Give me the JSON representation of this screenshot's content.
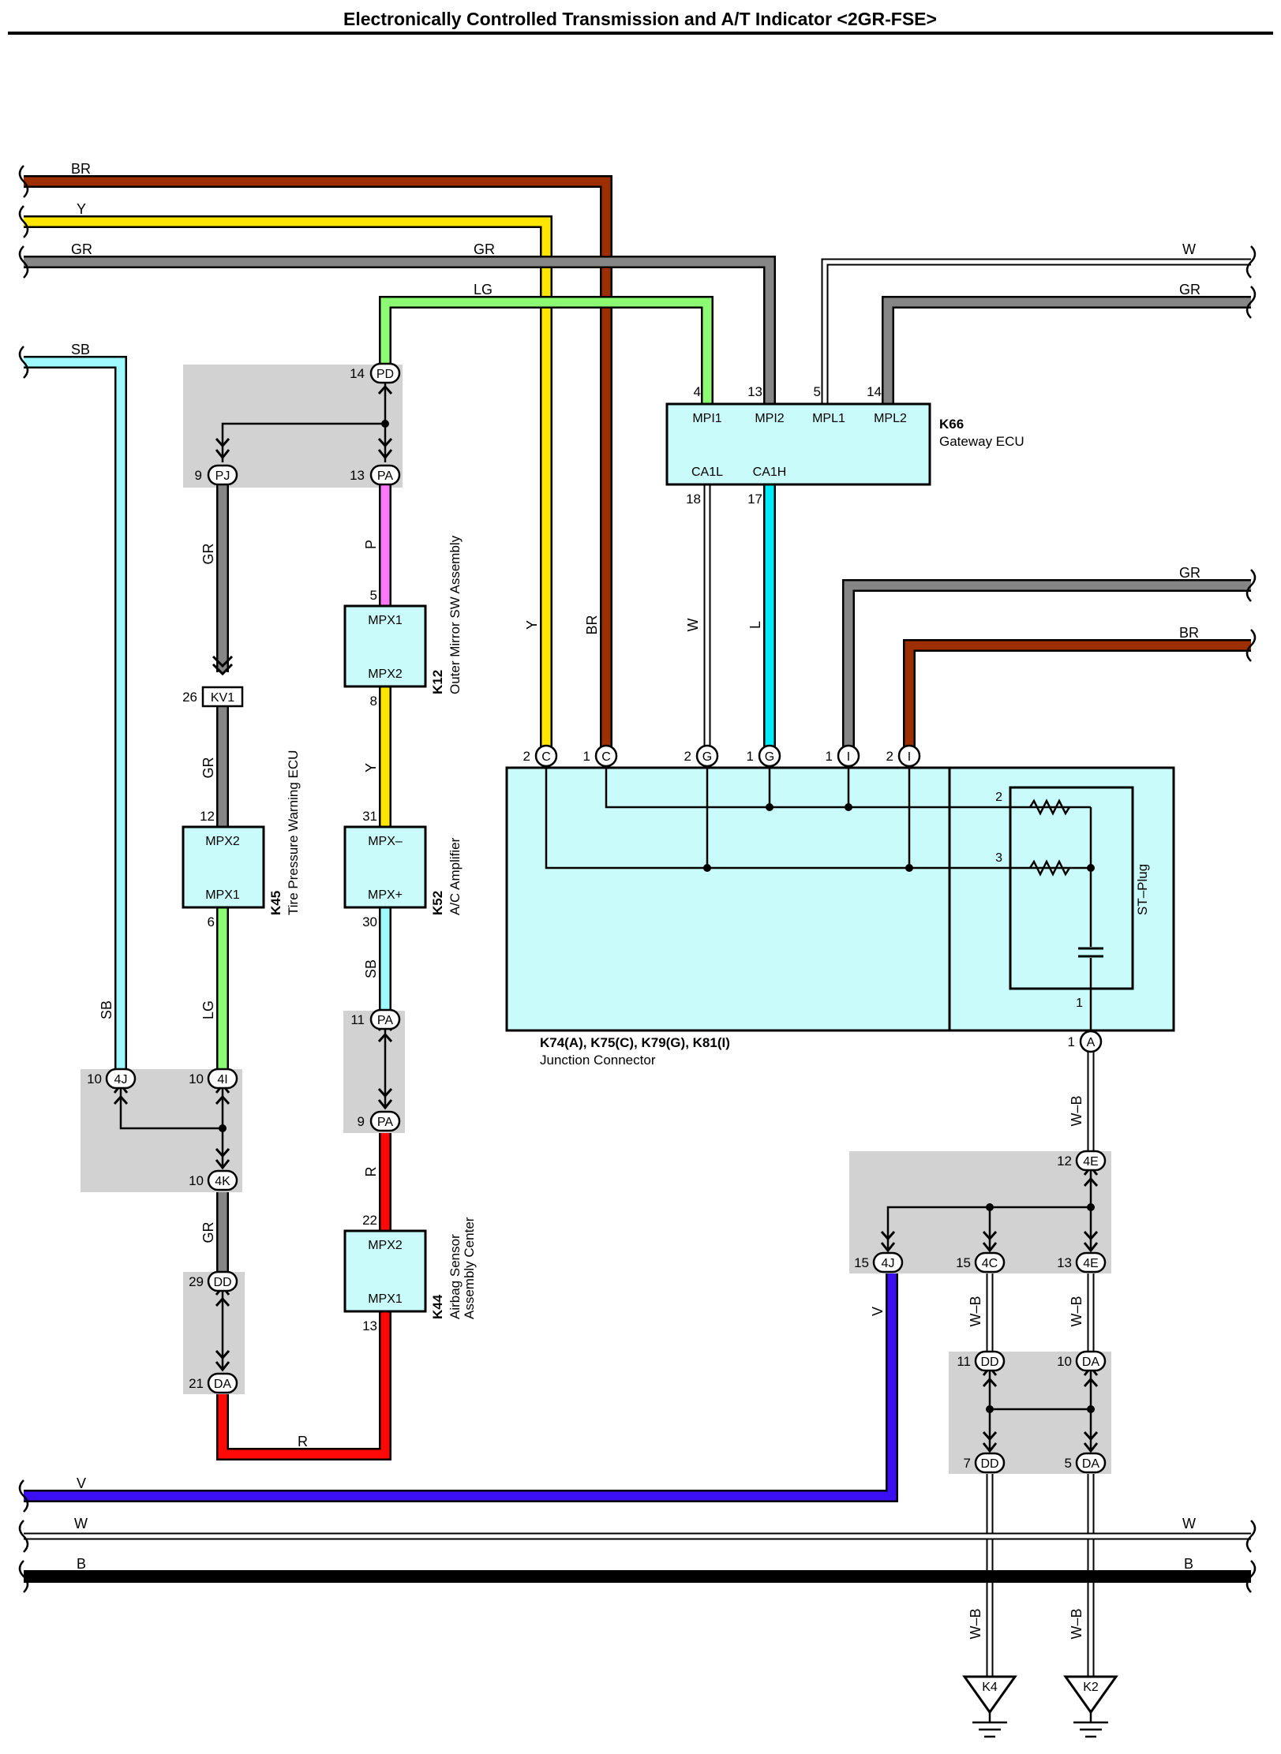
{
  "title": "Electronically Controlled Transmission and A/T Indicator <2GR-FSE>",
  "colors": {
    "BR": "#9b2f00",
    "Y": "#ffe600",
    "GR": "#868686",
    "LG": "#8cfa72",
    "SB": "#9ffaff",
    "P": "#fa78f8",
    "R": "#ff0808",
    "L": "#00ecf6",
    "V": "#3a0ff4",
    "W": "#ffffff",
    "B": "#000000",
    "box": "#c9fbfb",
    "shade": "#d2d2d2"
  },
  "wire_labels": {
    "br_top": "BR",
    "y_top": "Y",
    "gr_top": "GR",
    "gr_mid": "GR",
    "lg_top": "LG",
    "w_right": "W",
    "gr_right": "GR",
    "sb_top": "SB",
    "gr_pj": "GR",
    "p_k12": "P",
    "y_vert": "Y",
    "br_vert": "BR",
    "w_vert": "W",
    "l_vert": "L",
    "gr_right2": "GR",
    "br_right2": "BR",
    "gr_kv1": "GR",
    "y_k52": "Y",
    "sb_vert": "SB",
    "lg_vert": "LG",
    "sb_k52": "SB",
    "wb_a": "W–B",
    "r_k44": "R",
    "gr_4k": "GR",
    "v_vert": "V",
    "wb_4c": "W–B",
    "wb_4e": "W–B",
    "r_bottom": "R",
    "v_bottom": "V",
    "w_bottom": "W",
    "w_bottom_right": "W",
    "b_bottom": "B",
    "b_bottom_right": "B",
    "wb_k4": "W–B",
    "wb_k2": "W–B"
  },
  "pin_numbers": {
    "pd": "14",
    "pj": "9",
    "pa_top": "13",
    "k66_4": "4",
    "k66_13": "13",
    "k66_5": "5",
    "k66_14": "14",
    "k66_18": "18",
    "k66_17": "17",
    "k12_5": "5",
    "k12_8": "8",
    "kv1": "26",
    "k45_12": "12",
    "k45_6": "6",
    "k52_31": "31",
    "k52_30": "30",
    "jc_c2": "2",
    "jc_c1": "1",
    "jc_g2": "2",
    "jc_g1": "1",
    "jc_i1": "1",
    "jc_i2": "2",
    "st_2": "2",
    "st_3": "3",
    "st_1": "1",
    "jc_a": "1",
    "pa11": "11",
    "pa9": "9",
    "j4j": "10",
    "j4i": "10",
    "j4k": "10",
    "e12": "12",
    "k44_22": "22",
    "k44_13": "13",
    "j15_4j": "15",
    "j15_4c": "15",
    "e13": "13",
    "dd29": "29",
    "da21": "21",
    "dd11": "11",
    "da10": "10",
    "dd7": "7",
    "da5": "5"
  },
  "connectors": {
    "pd": "PD",
    "pj": "PJ",
    "pa_top": "PA",
    "kv1": "KV1",
    "jc_c2": "C",
    "jc_c1": "C",
    "jc_g2": "G",
    "jc_g1": "G",
    "jc_i1": "I",
    "jc_i2": "I",
    "jc_a": "A",
    "pa11": "PA",
    "pa9": "PA",
    "j4j": "4J",
    "j4i": "4I",
    "j4k": "4K",
    "e12": "4E",
    "j4j_b": "4J",
    "j4c": "4C",
    "e13": "4E",
    "dd29": "DD",
    "da21": "DA",
    "dd11": "DD",
    "da10": "DA",
    "dd7": "DD",
    "da5": "DA"
  },
  "components": {
    "k66": {
      "id": "K66",
      "name": "Gateway ECU",
      "pins": [
        "MPI1",
        "MPI2",
        "MPL1",
        "MPL2",
        "CA1L",
        "CA1H"
      ]
    },
    "k12": {
      "id": "K12",
      "name": "Outer Mirror SW Assembly",
      "pins": [
        "MPX1",
        "MPX2"
      ]
    },
    "k45": {
      "id": "K45",
      "name": "Tire Pressure Warning ECU",
      "pins": [
        "MPX2",
        "MPX1"
      ]
    },
    "k52": {
      "id": "K52",
      "name": "A/C Amplifier",
      "pins": [
        "MPX–",
        "MPX+"
      ]
    },
    "k44": {
      "id": "K44",
      "name1": "Airbag Sensor",
      "name2": "Assembly Center",
      "pins": [
        "MPX2",
        "MPX1"
      ]
    },
    "jc": {
      "id": "K74(A), K75(C), K79(G), K81(I)",
      "name": "Junction Connector",
      "st": "ST–Plug"
    }
  },
  "grounds": {
    "k4": "K4",
    "k2": "K2"
  }
}
